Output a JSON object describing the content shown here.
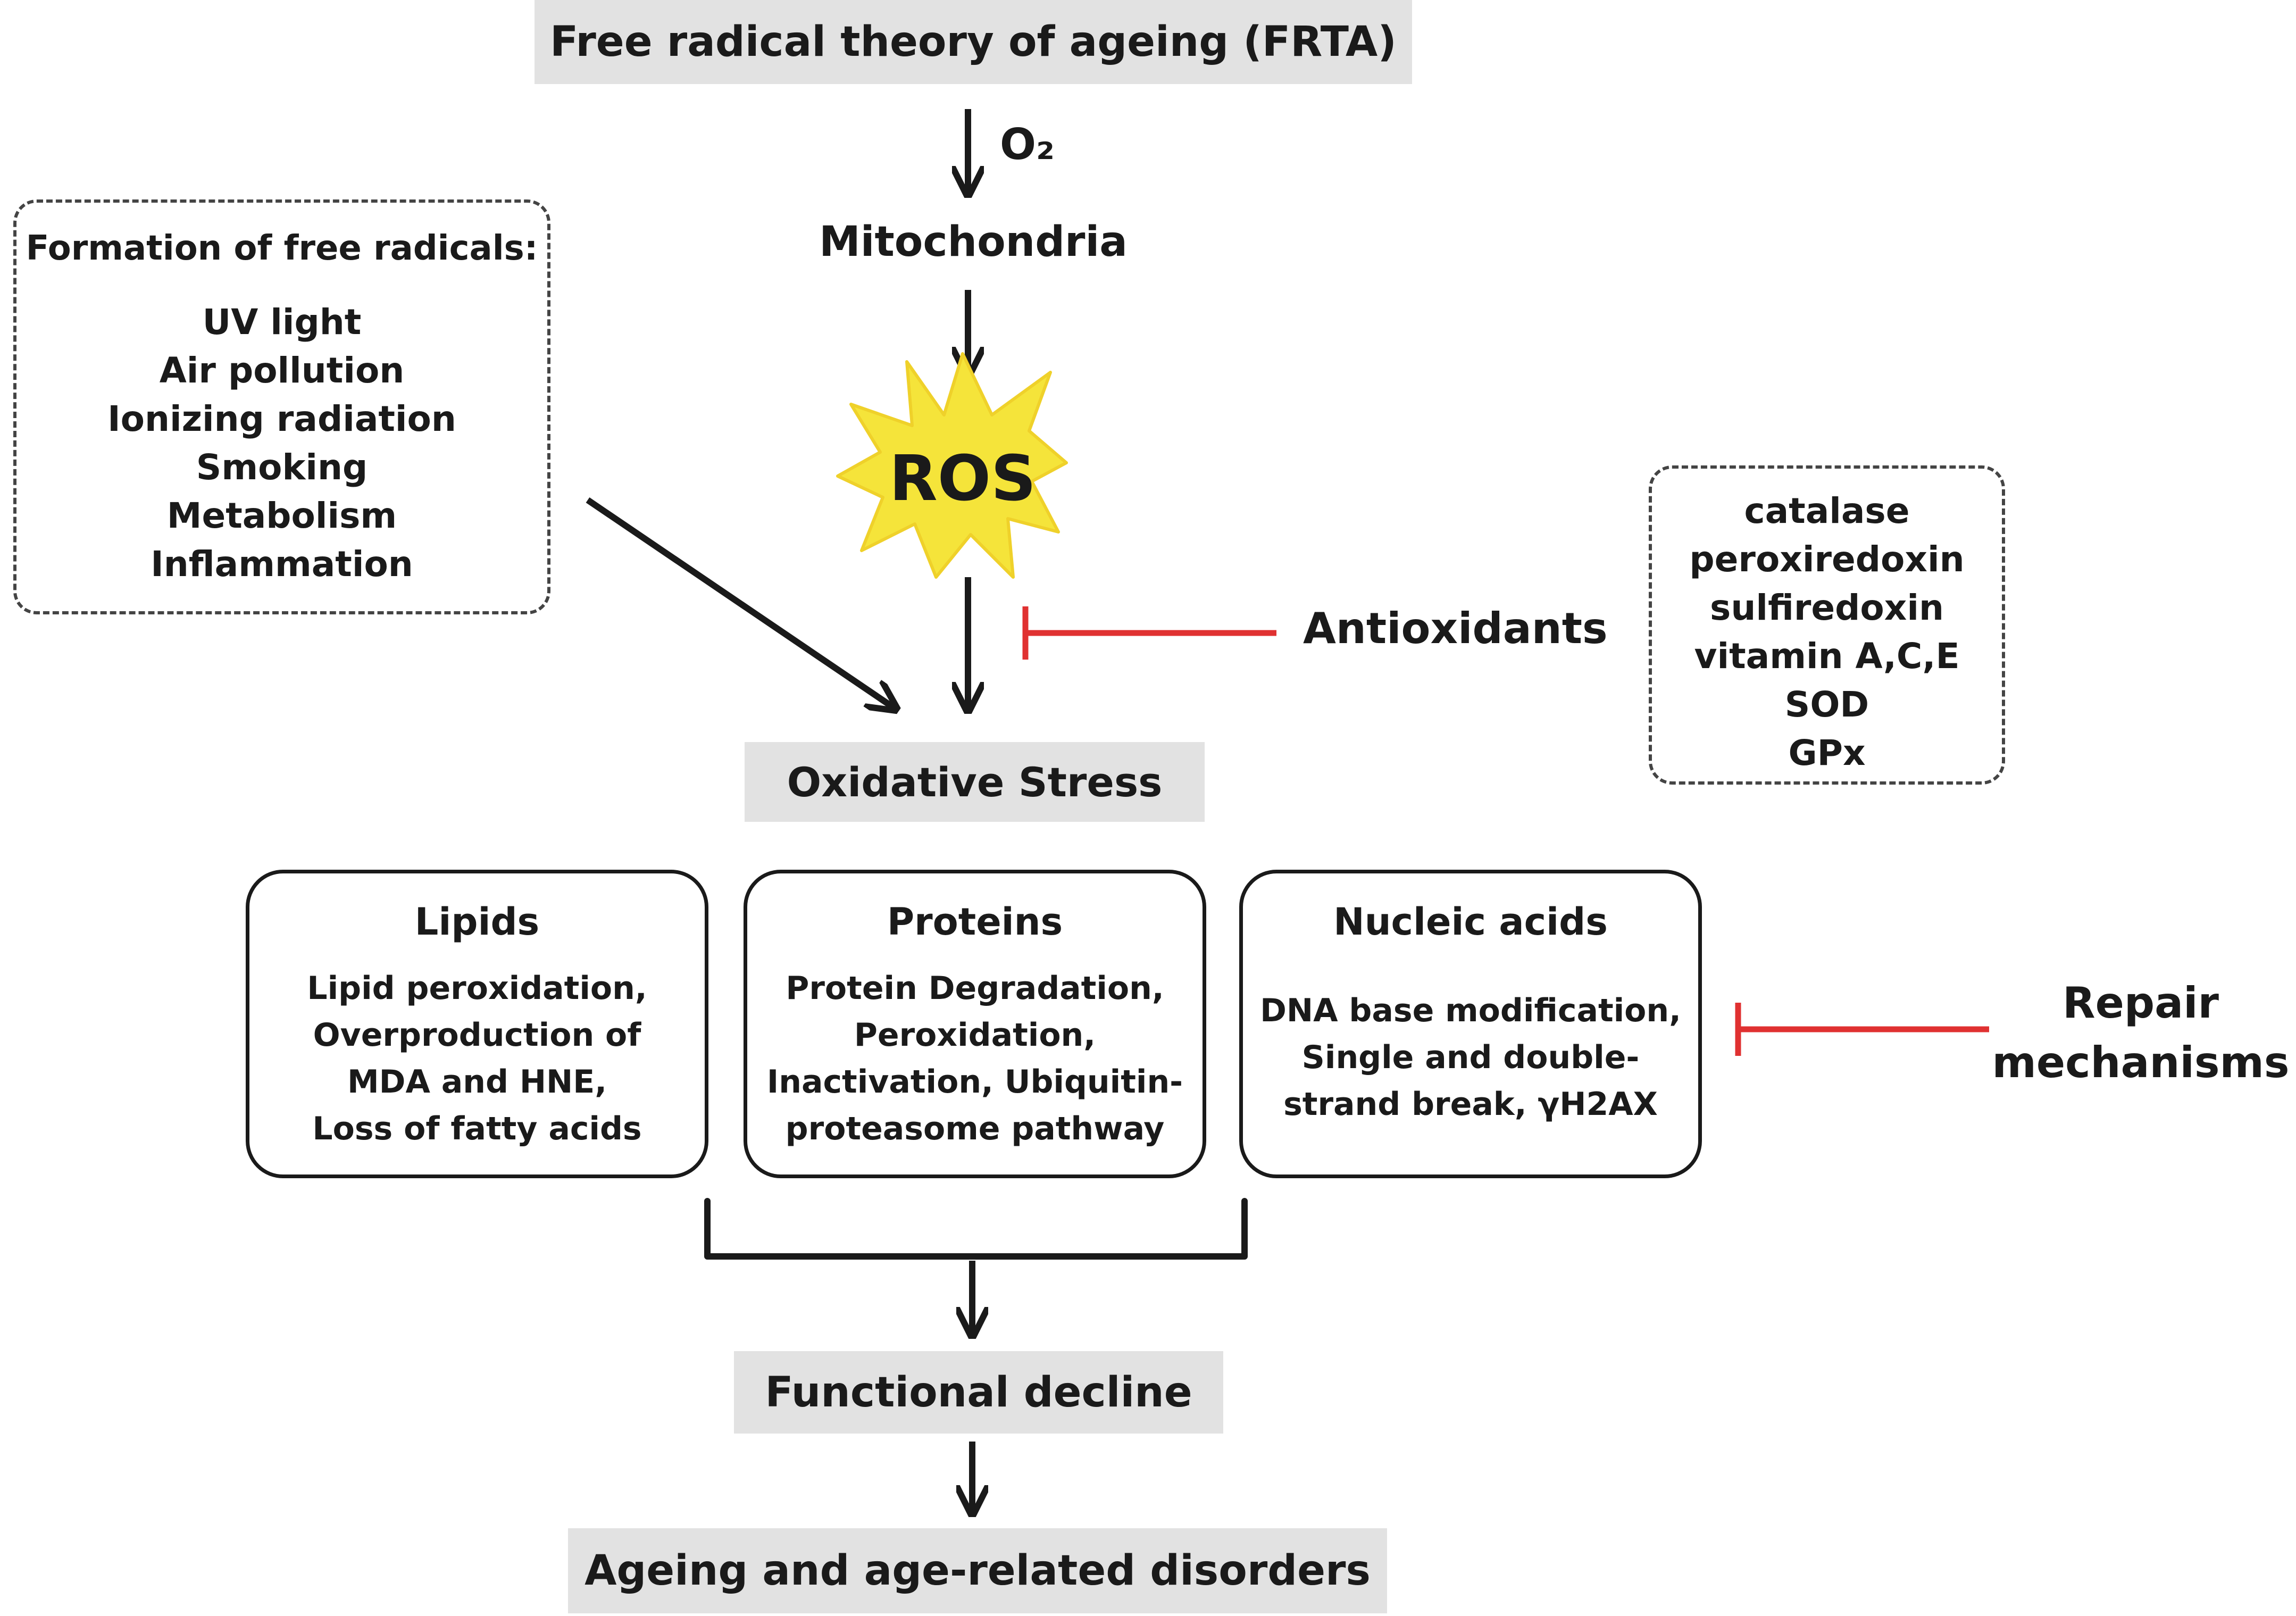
{
  "title": "Free radical theory of ageing (FRTA)",
  "oxygen_label": "O₂",
  "mitochondria": "Mitochondria",
  "ros": "ROS",
  "sources": {
    "heading": "Formation of free radicals:",
    "items": [
      "UV light",
      "Air pollution",
      "Ionizing radiation",
      "Smoking",
      "Metabolism",
      "Inflammation"
    ]
  },
  "antioxidants": {
    "label": "Antioxidants",
    "items": [
      "catalase",
      "peroxiredoxin",
      "sulfiredoxin",
      "vitamin A,C,E",
      "SOD",
      "GPx"
    ],
    "inhibit_color": "#e03131"
  },
  "oxidative_stress": "Oxidative Stress",
  "targets": [
    {
      "title": "Lipids",
      "body": "Lipid peroxidation,\nOverproduction of\nMDA and HNE,\nLoss of fatty acids"
    },
    {
      "title": "Proteins",
      "body": "Protein Degradation,\nPeroxidation,\nInactivation, Ubiquitin-\nproteasome pathway"
    },
    {
      "title": "Nucleic acids",
      "body": "DNA base modification,\nSingle and double-\nstrand break, γH2AX"
    }
  ],
  "repair": {
    "line1": "Repair",
    "line2": "mechanisms"
  },
  "functional_decline": "Functional decline",
  "outcome": "Ageing and age-related disorders",
  "colors": {
    "box_fill": "#e2e2e2",
    "ros_fill": "#f5e43a",
    "line": "#1a1a1a",
    "inhibitor": "#e03131"
  }
}
